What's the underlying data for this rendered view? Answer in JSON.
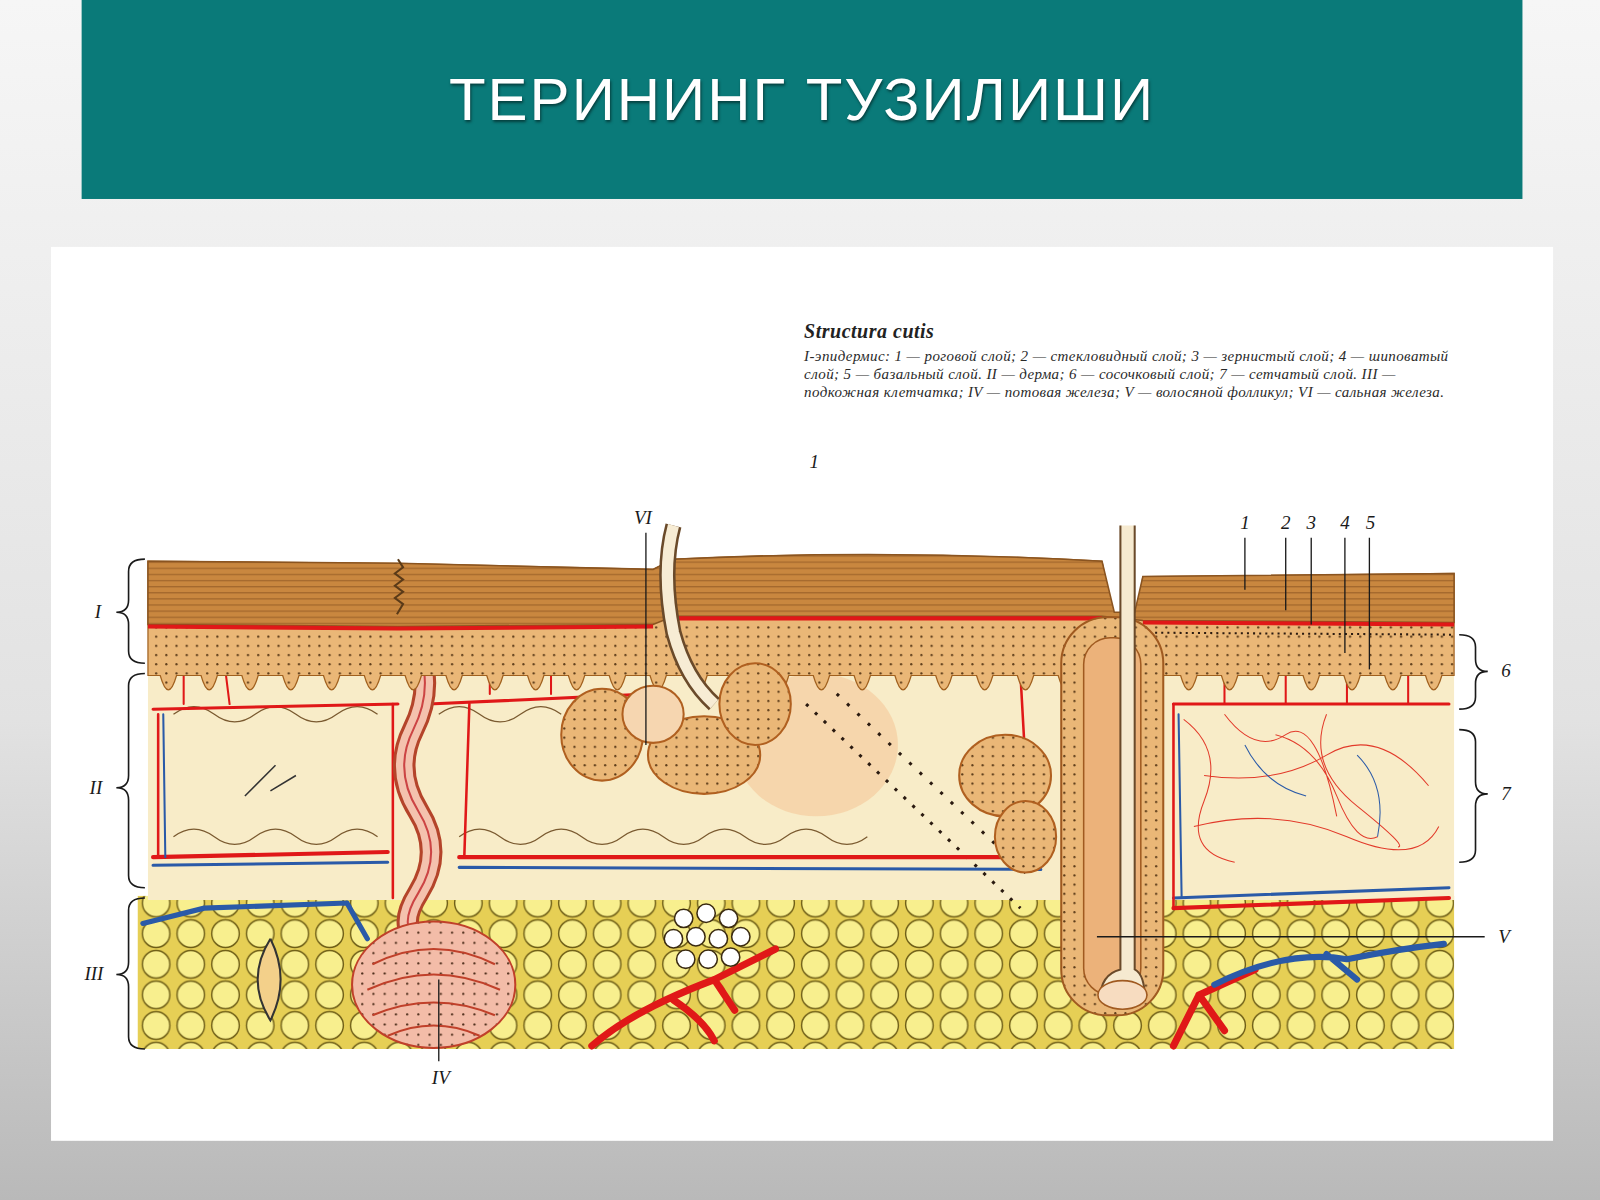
{
  "diagram": {
    "title": "ТЕРИНИНГ ТУЗИЛИШИ",
    "caption": "Structura cutis",
    "labels": [
      "I-эпидермис: 1 — роговой слой; 2 — стекловидный слой; 3 — зернистый слой; 4 — шиповатый слой; 5 — базальный слой. II — дерма; 6 — сосочковый слой; 7 — сетчатый слой. III — подкожная клетчатка; IV — потовая железа; V — волосяной фолликул; VI — сальная железа.",
      "1",
      "VI",
      "1",
      "2",
      "3",
      "4",
      "5",
      "I",
      "6",
      "II",
      "7",
      "III",
      "IV",
      "V"
    ]
  }
}
